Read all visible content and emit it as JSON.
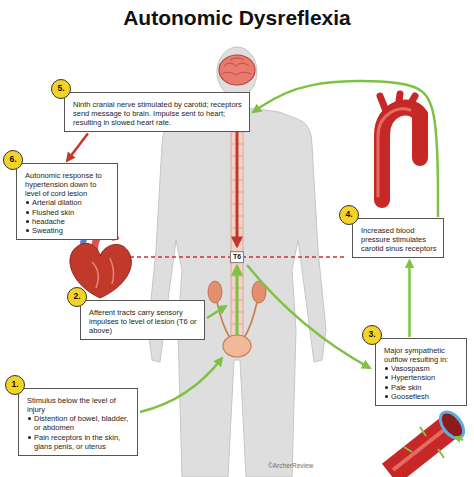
{
  "diagram": {
    "title": "Autonomic Dysreflexia",
    "nodes": [
      {
        "text": [
          "1.",
          "Stimulus below the level of injury",
          "Distention of bowel, bladder, or abdomen",
          "Pain receptors in the skin, glans penis, or uterus"
        ]
      },
      {
        "text": [
          "2.",
          "Afferent tracts carry sensory impulses to level of lesion (T6 or above)"
        ]
      },
      {
        "text": [
          "3.",
          "Major sympathetic outflow resulting in:",
          "Vasospasm",
          "Hypertension",
          "Pale skin",
          "Gooseflesh"
        ]
      },
      {
        "text": [
          "4.",
          "Increased blood pressure stimulates carotid sinus receptors"
        ]
      },
      {
        "text": [
          "5.",
          "Ninth cranial nerve stimulated by carotid; receptors send message to brain. Impulse sent to heart; resulting in slowed heart rate."
        ]
      },
      {
        "text": [
          "6.",
          "Autonomic response to hypertension down to level of cord lesion",
          "Arterial dilation",
          "Flushed skin",
          "headache",
          "Sweating"
        ]
      }
    ],
    "edges": [
      {
        "from": 2,
        "to": 3,
        "arrow": "to"
      },
      {
        "from": 3,
        "to": 4,
        "arrow": "to"
      },
      {
        "from": 4,
        "to": 5,
        "arrow": "to"
      }
    ],
    "labels": [
      "T6",
      "©ArcherReview"
    ]
  }
}
